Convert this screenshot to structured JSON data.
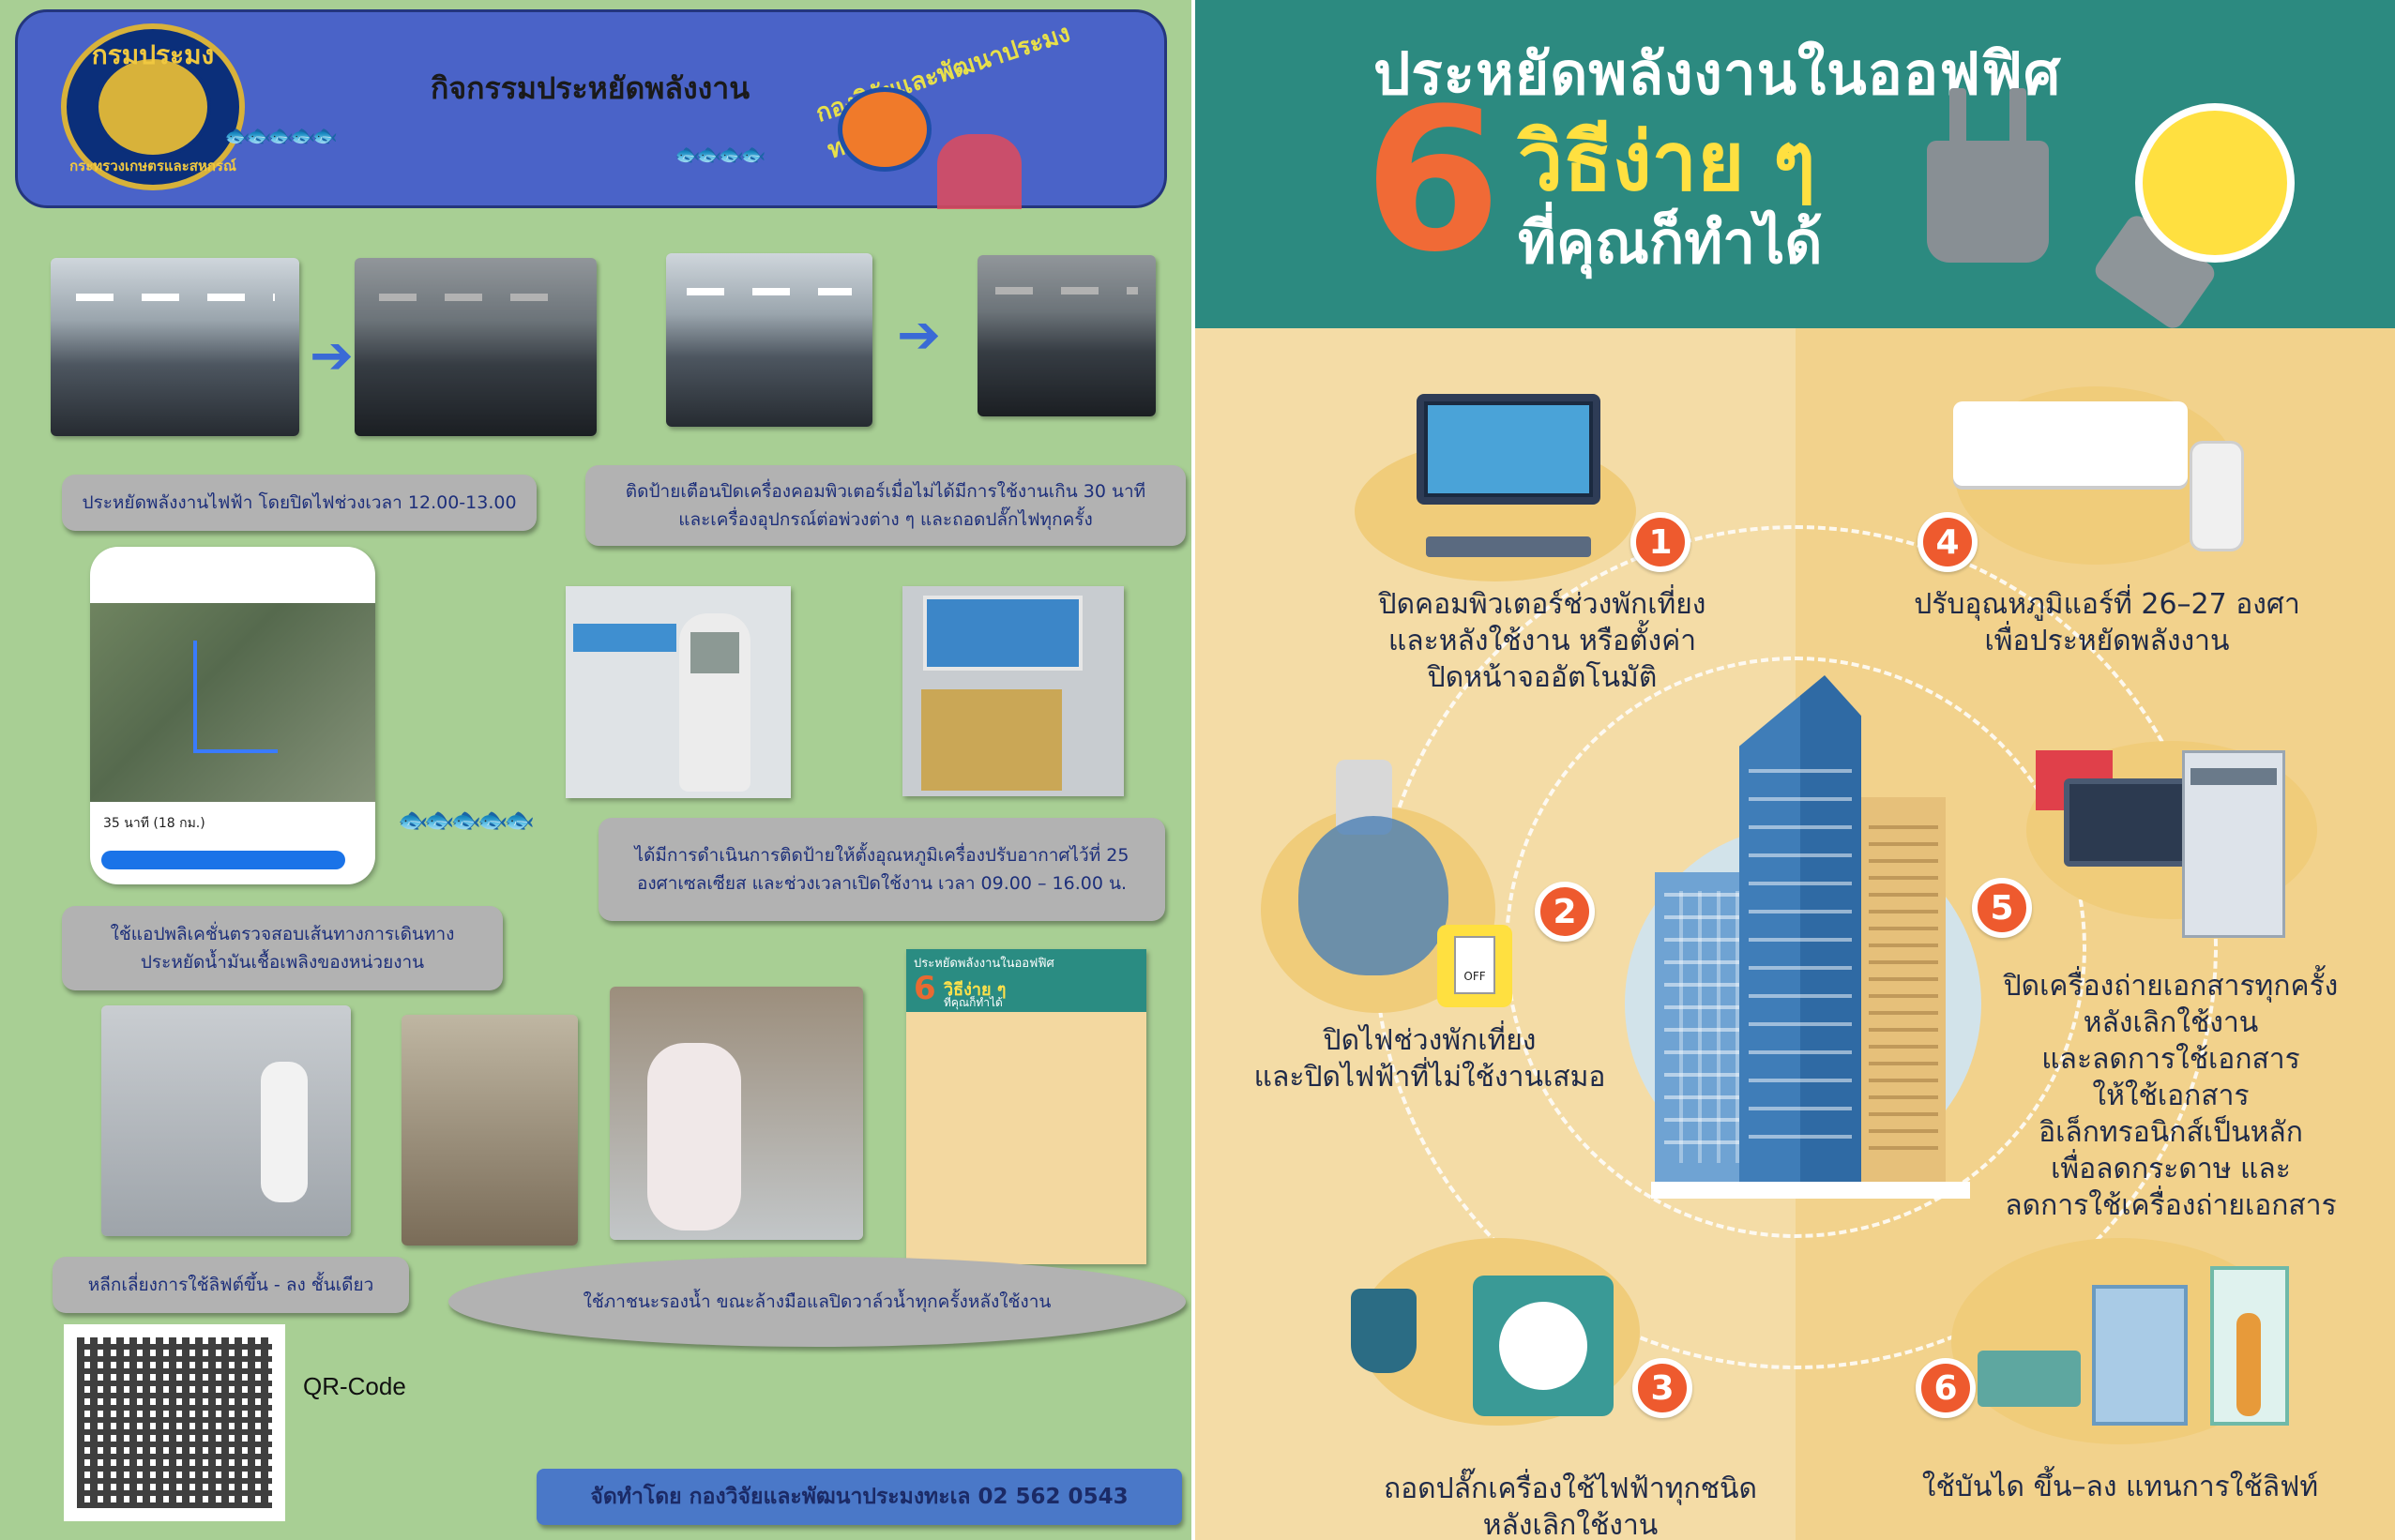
{
  "left": {
    "header_title": "กิจกรรมประหยัดพลังงาน",
    "seal_top_text": "กรมประมง",
    "seal_bottom_text": "กระทรวงเกษตรและสหกรณ์",
    "logo2_text": "กองวิจัยและพัฒนาประมงทะเล",
    "caption_lights": "ประหยัดพลังงานไฟฟ้า โดยปิดไฟช่วงเวลา 12.00-13.00",
    "caption_computers": "ติดป้ายเตือนปิดเครื่องคอมพิวเตอร์เมื่อไม่ได้มีการใช้งานเกิน 30 นาที\nและเครื่องอุปกรณ์ต่อพ่วงต่าง ๆ และถอดปลั๊กไฟทุกครั้ง",
    "caption_aircon": "ได้มีการดำเนินการติดป้ายให้ตั้งอุณหภูมิเครื่องปรับอากาศไว้ที่ 25\nองศาเซลเซียส และช่วงเวลาเปิดใช้งาน เวลา 09.00 – 16.00 น.",
    "caption_app": "ใช้แอปพลิเคชั่นตรวจสอบเส้นทางการเดินทาง\nประหยัดน้ำมันเชื้อเพลิงของหน่วยงาน",
    "caption_stairs": "หลีกเลี่ยงการใช้ลิฟต์ขึ้น - ลง ชั้นเดียว",
    "caption_water": "ใช้ภาชนะรองน้ำ ขณะล้างมือแลปิดวาล์วน้ำทุกครั้งหลังใช้งาน",
    "qr_label": "QR-Code",
    "footer": "จัดทำโดย กองวิจัยและพัฒนาประมงทะเล 02 562 0543",
    "phone_time": "35 นาที (18 กม.)",
    "mini_poster_title": "ประหยัดพลังงานในออฟฟิศ",
    "mini_poster_six": "6",
    "mini_poster_sub": "วิธีง่าย ๆ",
    "mini_poster_sub2": "ที่คุณก็ทำได้",
    "arrow_icon": "right-arrow-icon",
    "header_color": "#4a63c8",
    "background_color": "#a8cf94"
  },
  "right": {
    "title": "ประหยัดพลังงานในออฟฟิศ",
    "six": "6",
    "subtitle1": "วิธีง่าย ๆ",
    "subtitle2": "ที่คุณก็ทำได้",
    "accent_color": "#f06a36",
    "header_color": "#2c8a80",
    "switch_label": "OFF",
    "tips": [
      {
        "number": "1",
        "text": "ปิดคอมพิวเตอร์ช่วงพักเที่ยง\nและหลังใช้งาน หรือตั้งค่า\nปิดหน้าจออัตโนมัติ"
      },
      {
        "number": "2",
        "text": "ปิดไฟช่วงพักเที่ยง\nและปิดไฟฟ้าที่ไม่ใช้งานเสมอ"
      },
      {
        "number": "3",
        "text": "ถอดปลั๊กเครื่องใช้ไฟฟ้าทุกชนิด\nหลังเลิกใช้งาน"
      },
      {
        "number": "4",
        "text": "ปรับอุณหภูมิแอร์ที่ 26–27 องศา\nเพื่อประหยัดพลังงาน"
      },
      {
        "number": "5",
        "text": "ปิดเครื่องถ่ายเอกสารทุกครั้ง\nหลังเลิกใช้งาน\nและลดการใช้เอกสาร\nให้ใช้เอกสาร\nอิเล็กทรอนิกส์เป็นหลัก\nเพื่อลดกระดาษ และ\nลดการใช้เครื่องถ่ายเอกสาร"
      },
      {
        "number": "6",
        "text": "ใช้บันได ขึ้น–ลง แทนการใช้ลิฟท์"
      }
    ]
  }
}
